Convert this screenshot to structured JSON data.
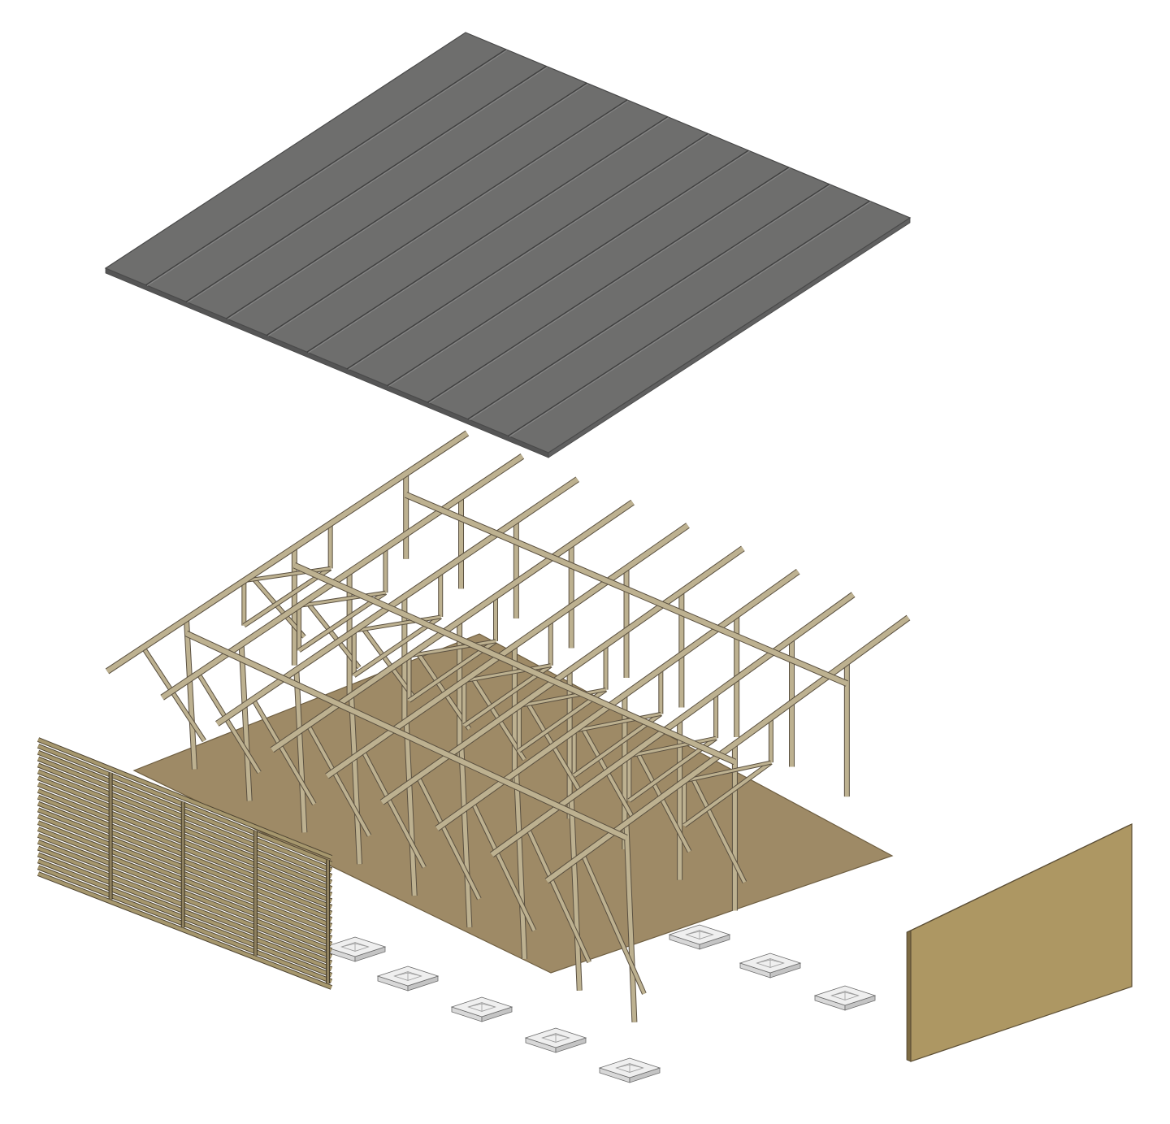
{
  "diagram": {
    "kind": "exploded-axonometric",
    "components": [
      {
        "id": "roof",
        "name": "roof-panel",
        "sheets": 11
      },
      {
        "id": "frame",
        "name": "timber-frame",
        "frames": 9
      },
      {
        "id": "floor",
        "name": "floor-deck"
      },
      {
        "id": "slat-wall",
        "name": "slatted-wall-panel",
        "slats": 22,
        "posts": 4
      },
      {
        "id": "solid-wall",
        "name": "solid-wall-panel"
      },
      {
        "id": "footings",
        "name": "footing-pads",
        "count": 10
      }
    ],
    "colors": {
      "roof_fill": "#6e6e6d",
      "roof_edge": "#4a4a4a",
      "timber": "#bdb190",
      "timber_edge": "#5a5040",
      "floor": "#9e8a66",
      "slat": "#a6976d",
      "solid_panel": "#ad9763",
      "footing": "#efefef",
      "footing_edge": "#6a6a6a"
    }
  }
}
